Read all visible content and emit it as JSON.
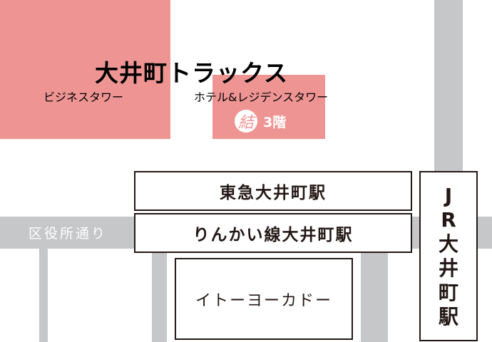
{
  "map": {
    "title": "大井町トラックス",
    "buildings": {
      "business_tower": {
        "label": "ビジネスタワー",
        "color": "#ee9593"
      },
      "hotel_residence_tower": {
        "label": "ホテル&レジデンスタワー",
        "color": "#ee9593"
      },
      "yui": {
        "icon_char": "結",
        "floor": "3階"
      }
    },
    "stations": {
      "tokyu": "東急大井町駅",
      "rinkai": "りんかい線大井町駅",
      "jr": [
        "J",
        "R",
        "大",
        "井",
        "町",
        "駅"
      ]
    },
    "store": "イトーヨーカドー",
    "road": {
      "label": "区役所通り",
      "color": "#c6c7c9"
    }
  }
}
